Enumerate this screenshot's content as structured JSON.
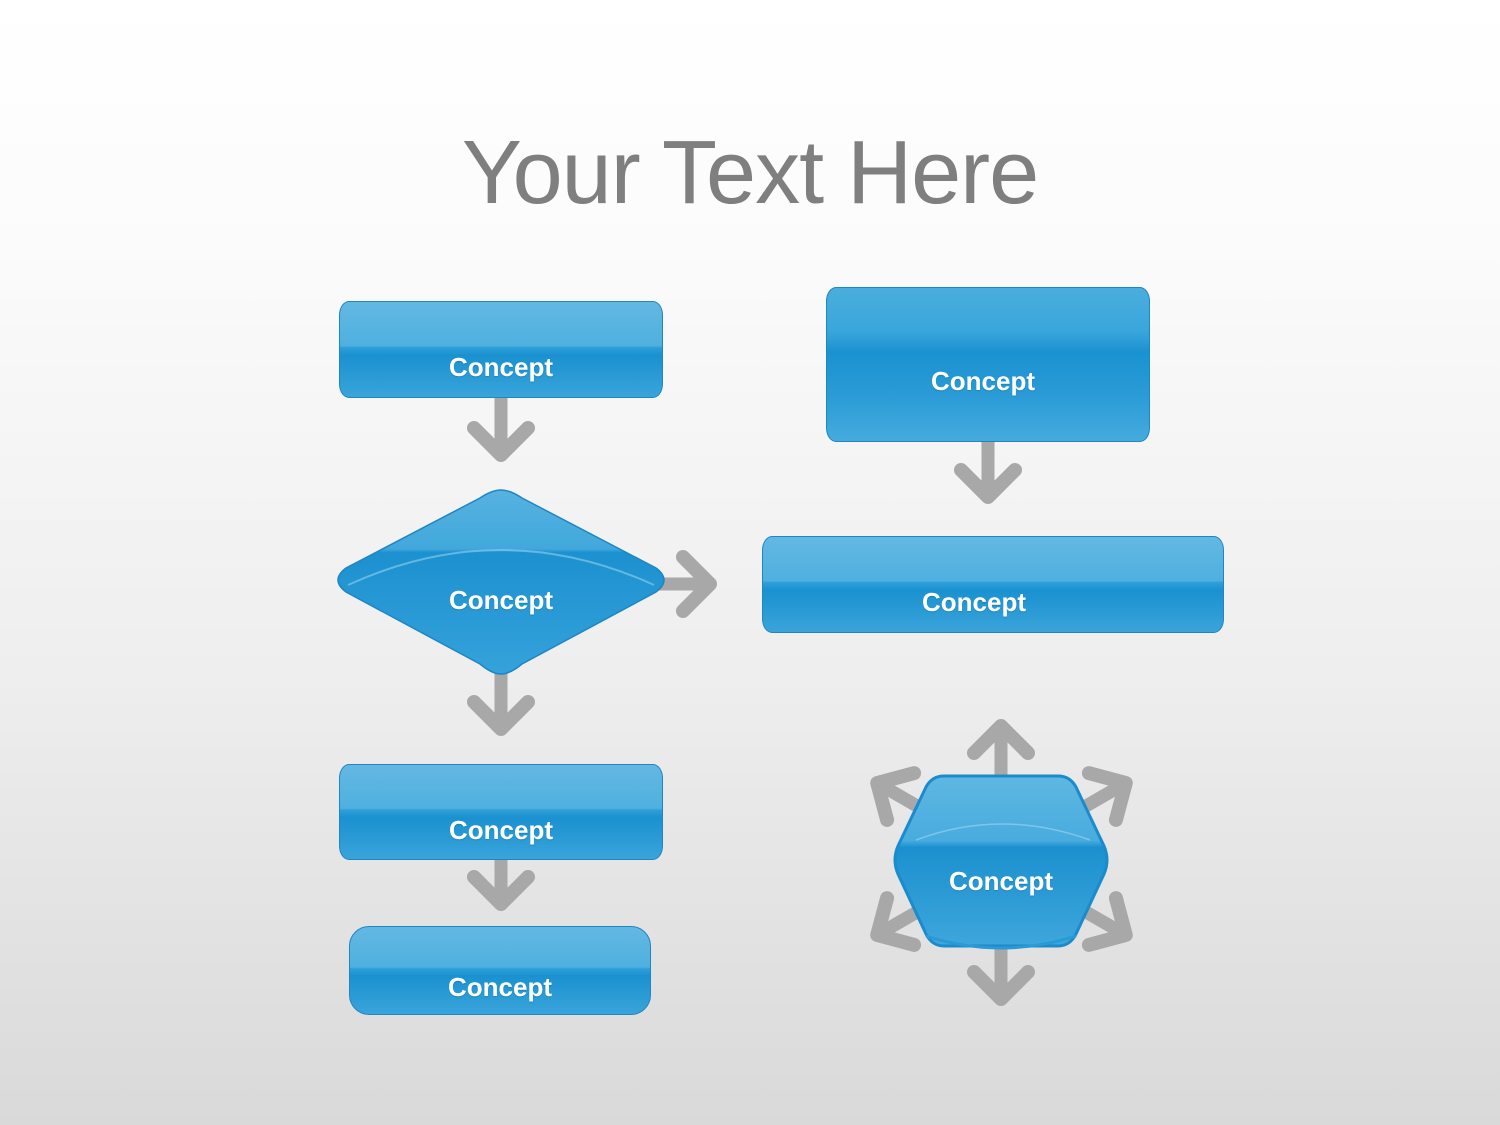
{
  "title": "Your Text Here",
  "nodes": {
    "flow_start": "Concept",
    "decision": "Concept",
    "flow_step": "Concept",
    "flow_end": "Concept",
    "top_right": "Concept",
    "wide_right": "Concept",
    "hub": "Concept"
  },
  "colors": {
    "accent_blue": "#1a91d0",
    "light_blue": "#63b8e2",
    "arrow_gray": "#a6a6a6",
    "title_gray": "#7f7f7f"
  }
}
